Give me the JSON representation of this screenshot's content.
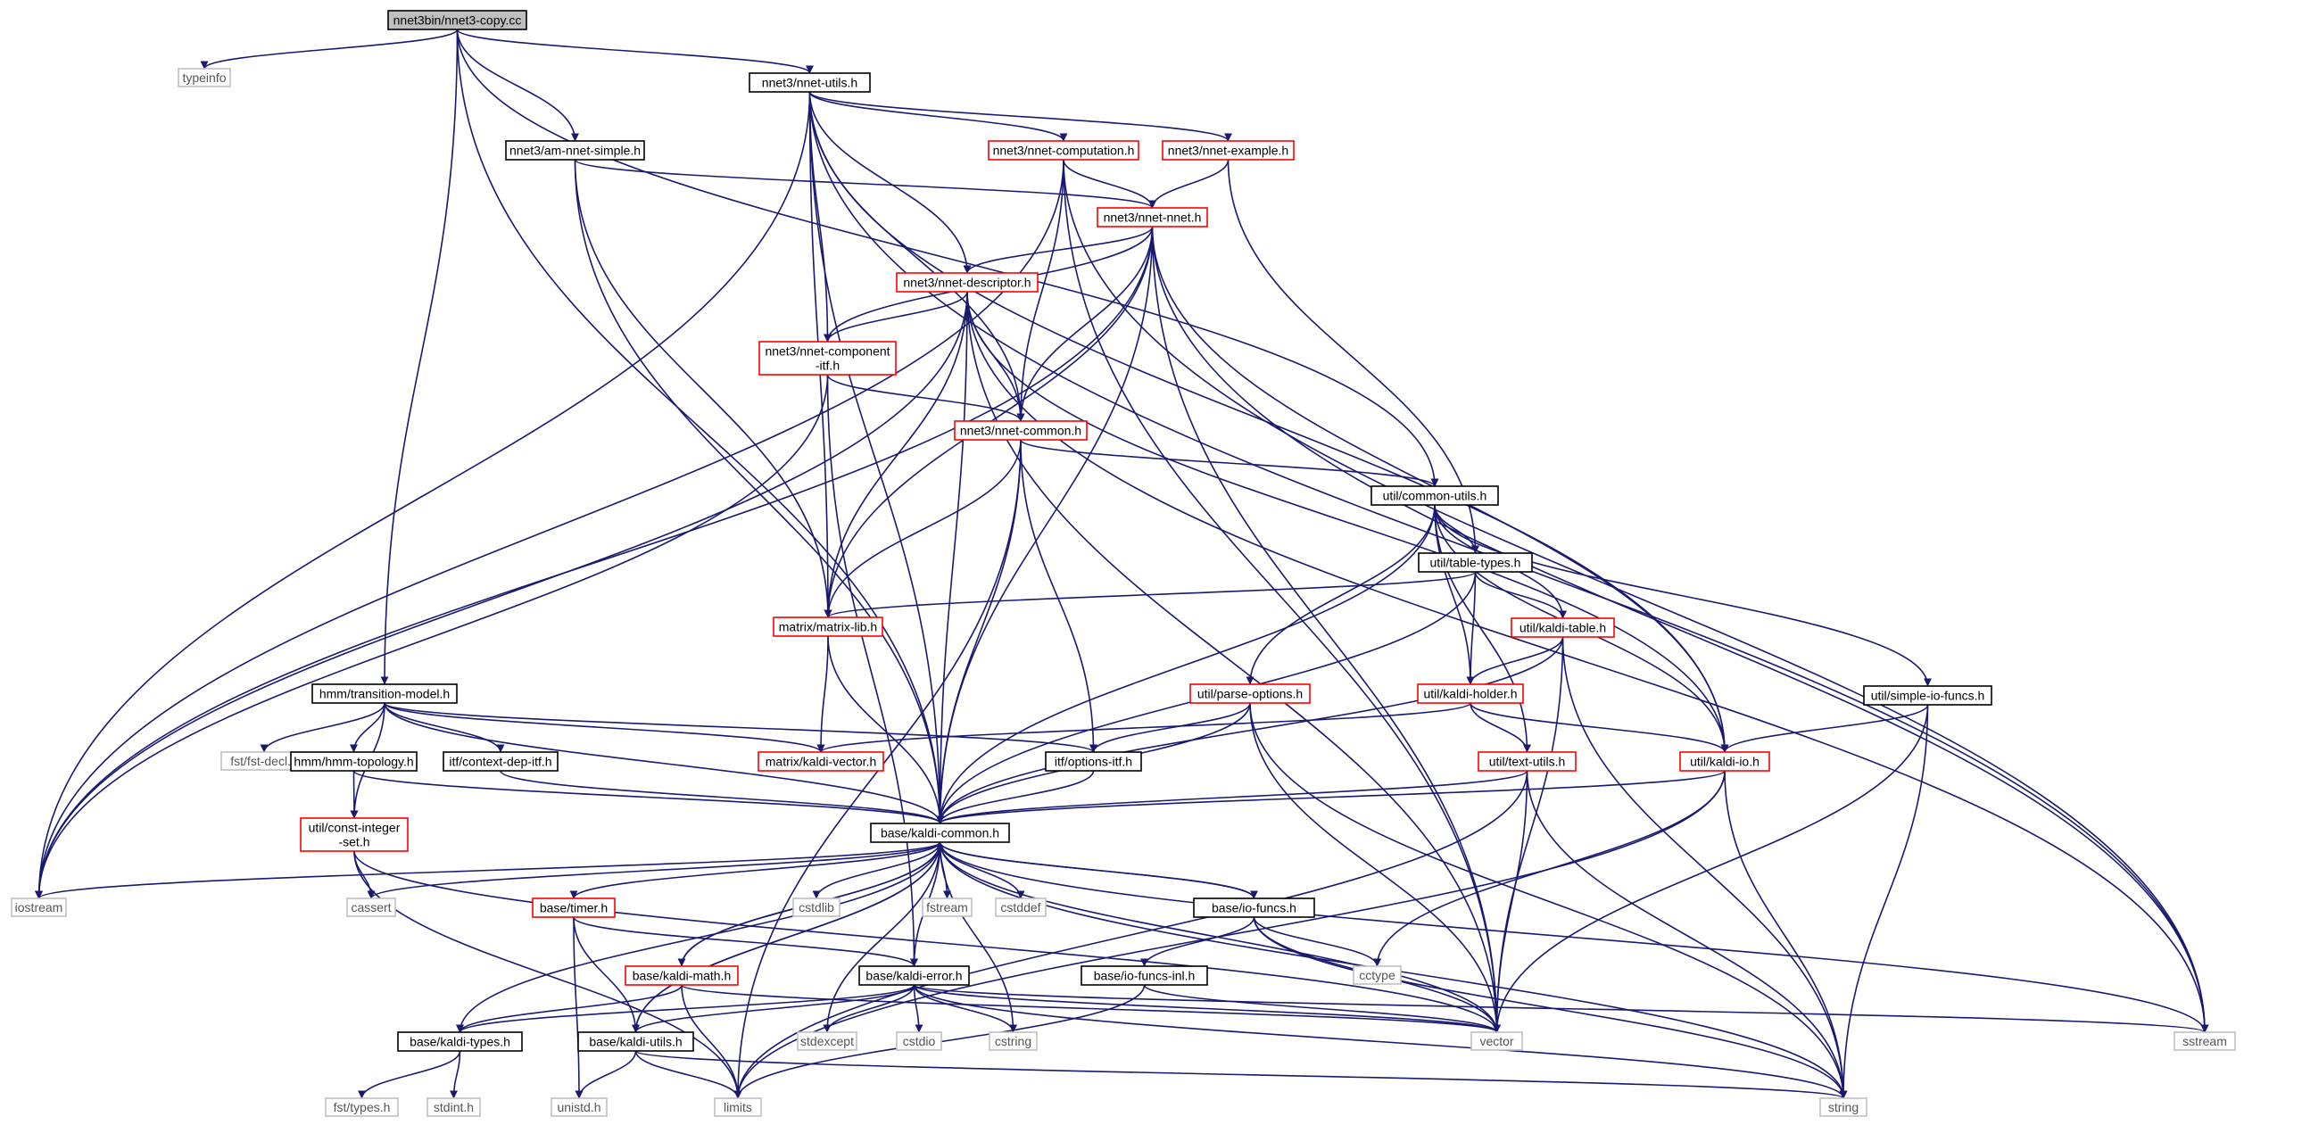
{
  "colors": {
    "edge": "#191970",
    "root_fill": "#bfbfbf",
    "root_border": "#000000",
    "normal_border": "#000000",
    "red_border": "#ff0000",
    "sys_border": "#bfbfbf",
    "sys_text": "#555555"
  },
  "nodes": [
    {
      "id": "root",
      "label": "nnet3bin/nnet3-copy.cc",
      "kind": "root"
    },
    {
      "id": "typeinfo",
      "label": "typeinfo",
      "kind": "sys"
    },
    {
      "id": "nnetutils",
      "label": "nnet3/nnet-utils.h",
      "kind": "normal"
    },
    {
      "id": "amnnet",
      "label": "nnet3/am-nnet-simple.h",
      "kind": "normal"
    },
    {
      "id": "nnetcomputation",
      "label": "nnet3/nnet-computation.h",
      "kind": "red"
    },
    {
      "id": "nnetexample",
      "label": "nnet3/nnet-example.h",
      "kind": "red"
    },
    {
      "id": "nnetnnet",
      "label": "nnet3/nnet-nnet.h",
      "kind": "red"
    },
    {
      "id": "nnetdescriptor",
      "label": "nnet3/nnet-descriptor.h",
      "kind": "red"
    },
    {
      "id": "componentitf",
      "label": [
        "nnet3/nnet-component",
        "-itf.h"
      ],
      "kind": "red"
    },
    {
      "id": "nnetcommon",
      "label": "nnet3/nnet-common.h",
      "kind": "red"
    },
    {
      "id": "commonutils",
      "label": "util/common-utils.h",
      "kind": "normal"
    },
    {
      "id": "tabletypes",
      "label": "util/table-types.h",
      "kind": "normal"
    },
    {
      "id": "matrixlib",
      "label": "matrix/matrix-lib.h",
      "kind": "red"
    },
    {
      "id": "kalditable",
      "label": "util/kaldi-table.h",
      "kind": "red"
    },
    {
      "id": "transition",
      "label": "hmm/transition-model.h",
      "kind": "normal"
    },
    {
      "id": "parseoptions",
      "label": "util/parse-options.h",
      "kind": "red"
    },
    {
      "id": "kaldiholder",
      "label": "util/kaldi-holder.h",
      "kind": "red"
    },
    {
      "id": "simpleio",
      "label": "util/simple-io-funcs.h",
      "kind": "normal"
    },
    {
      "id": "fstdecl",
      "label": "fst/fst-decl.h",
      "kind": "sys"
    },
    {
      "id": "hmmtopology",
      "label": "hmm/hmm-topology.h",
      "kind": "normal"
    },
    {
      "id": "contextdep",
      "label": "itf/context-dep-itf.h",
      "kind": "normal"
    },
    {
      "id": "kaldivector",
      "label": "matrix/kaldi-vector.h",
      "kind": "red"
    },
    {
      "id": "optionsitf",
      "label": "itf/options-itf.h",
      "kind": "normal"
    },
    {
      "id": "textutils",
      "label": "util/text-utils.h",
      "kind": "red"
    },
    {
      "id": "kaldiio",
      "label": "util/kaldi-io.h",
      "kind": "red"
    },
    {
      "id": "constintset",
      "label": [
        "util/const-integer",
        "-set.h"
      ],
      "kind": "red"
    },
    {
      "id": "kaldicommon",
      "label": "base/kaldi-common.h",
      "kind": "normal"
    },
    {
      "id": "iostream",
      "label": "iostream",
      "kind": "sys"
    },
    {
      "id": "cassert",
      "label": "cassert",
      "kind": "sys"
    },
    {
      "id": "timer",
      "label": "base/timer.h",
      "kind": "red"
    },
    {
      "id": "cstdlib",
      "label": "cstdlib",
      "kind": "sys"
    },
    {
      "id": "fstream",
      "label": "fstream",
      "kind": "sys"
    },
    {
      "id": "cstddef",
      "label": "cstddef",
      "kind": "sys"
    },
    {
      "id": "iofuncs",
      "label": "base/io-funcs.h",
      "kind": "normal"
    },
    {
      "id": "cctype",
      "label": "cctype",
      "kind": "sys"
    },
    {
      "id": "kaldimath",
      "label": "base/kaldi-math.h",
      "kind": "red"
    },
    {
      "id": "kaldierror",
      "label": "base/kaldi-error.h",
      "kind": "normal"
    },
    {
      "id": "iofuncsinl",
      "label": "base/io-funcs-inl.h",
      "kind": "normal"
    },
    {
      "id": "kalditypes",
      "label": "base/kaldi-types.h",
      "kind": "normal"
    },
    {
      "id": "kaldiutils",
      "label": "base/kaldi-utils.h",
      "kind": "normal"
    },
    {
      "id": "stdexcept",
      "label": "stdexcept",
      "kind": "sys"
    },
    {
      "id": "cstdio",
      "label": "cstdio",
      "kind": "sys"
    },
    {
      "id": "cstring",
      "label": "cstring",
      "kind": "sys"
    },
    {
      "id": "vector",
      "label": "vector",
      "kind": "sys"
    },
    {
      "id": "sstream",
      "label": "sstream",
      "kind": "sys"
    },
    {
      "id": "fsttypes",
      "label": "fst/types.h",
      "kind": "sys"
    },
    {
      "id": "stdint",
      "label": "stdint.h",
      "kind": "sys"
    },
    {
      "id": "unistd",
      "label": "unistd.h",
      "kind": "sys"
    },
    {
      "id": "limits",
      "label": "limits",
      "kind": "sys"
    },
    {
      "id": "string",
      "label": "string",
      "kind": "sys"
    }
  ],
  "edges": [
    [
      "root",
      "typeinfo"
    ],
    [
      "root",
      "nnetutils"
    ],
    [
      "root",
      "amnnet"
    ],
    [
      "root",
      "commonutils"
    ],
    [
      "root",
      "transition"
    ],
    [
      "root",
      "kaldicommon"
    ],
    [
      "nnetutils",
      "nnetcomputation"
    ],
    [
      "nnetutils",
      "nnetexample"
    ],
    [
      "nnetutils",
      "nnetdescriptor"
    ],
    [
      "nnetutils",
      "componentitf"
    ],
    [
      "nnetutils",
      "nnetcommon"
    ],
    [
      "nnetutils",
      "matrixlib"
    ],
    [
      "nnetutils",
      "kaldicommon"
    ],
    [
      "nnetutils",
      "kaldiio"
    ],
    [
      "nnetutils",
      "sstream"
    ],
    [
      "nnetutils",
      "iostream"
    ],
    [
      "amnnet",
      "nnetnnet"
    ],
    [
      "amnnet",
      "matrixlib"
    ],
    [
      "amnnet",
      "kaldicommon"
    ],
    [
      "nnetcomputation",
      "nnetnnet"
    ],
    [
      "nnetcomputation",
      "nnetcommon"
    ],
    [
      "nnetcomputation",
      "iostream"
    ],
    [
      "nnetcomputation",
      "sstream"
    ],
    [
      "nnetcomputation",
      "vector"
    ],
    [
      "nnetexample",
      "nnetnnet"
    ],
    [
      "nnetexample",
      "tabletypes"
    ],
    [
      "nnetnnet",
      "nnetdescriptor"
    ],
    [
      "nnetnnet",
      "componentitf"
    ],
    [
      "nnetnnet",
      "nnetcommon"
    ],
    [
      "nnetnnet",
      "matrixlib"
    ],
    [
      "nnetnnet",
      "kaldicommon"
    ],
    [
      "nnetnnet",
      "kaldiio"
    ],
    [
      "nnetnnet",
      "iostream"
    ],
    [
      "nnetnnet",
      "sstream"
    ],
    [
      "nnetnnet",
      "vector"
    ],
    [
      "nnetdescriptor",
      "componentitf"
    ],
    [
      "nnetdescriptor",
      "nnetcommon"
    ],
    [
      "nnetdescriptor",
      "matrixlib"
    ],
    [
      "nnetdescriptor",
      "kaldicommon"
    ],
    [
      "nnetdescriptor",
      "kaldiio"
    ],
    [
      "nnetdescriptor",
      "iostream"
    ],
    [
      "nnetdescriptor",
      "sstream"
    ],
    [
      "nnetdescriptor",
      "vector"
    ],
    [
      "componentitf",
      "nnetcommon"
    ],
    [
      "componentitf",
      "kaldierror"
    ],
    [
      "componentitf",
      "iostream"
    ],
    [
      "nnetcommon",
      "commonutils"
    ],
    [
      "nnetcommon",
      "matrixlib"
    ],
    [
      "nnetcommon",
      "optionsitf"
    ],
    [
      "nnetcommon",
      "kaldicommon"
    ],
    [
      "nnetcommon",
      "limits"
    ],
    [
      "commonutils",
      "tabletypes"
    ],
    [
      "commonutils",
      "kalditable"
    ],
    [
      "commonutils",
      "kaldiholder"
    ],
    [
      "commonutils",
      "parseoptions"
    ],
    [
      "commonutils",
      "simpleio"
    ],
    [
      "commonutils",
      "textutils"
    ],
    [
      "commonutils",
      "kaldiio"
    ],
    [
      "commonutils",
      "kaldicommon"
    ],
    [
      "tabletypes",
      "matrixlib"
    ],
    [
      "tabletypes",
      "kalditable"
    ],
    [
      "tabletypes",
      "kaldiholder"
    ],
    [
      "tabletypes",
      "kaldicommon"
    ],
    [
      "matrixlib",
      "kaldivector"
    ],
    [
      "matrixlib",
      "kaldicommon"
    ],
    [
      "kalditable",
      "kaldiholder"
    ],
    [
      "kalditable",
      "kaldicommon"
    ],
    [
      "kalditable",
      "vector"
    ],
    [
      "kalditable",
      "string"
    ],
    [
      "transition",
      "fstdecl"
    ],
    [
      "transition",
      "hmmtopology"
    ],
    [
      "transition",
      "contextdep"
    ],
    [
      "transition",
      "optionsitf"
    ],
    [
      "transition",
      "kaldivector"
    ],
    [
      "transition",
      "kaldicommon"
    ],
    [
      "transition",
      "constintset"
    ],
    [
      "parseoptions",
      "optionsitf"
    ],
    [
      "parseoptions",
      "kaldicommon"
    ],
    [
      "parseoptions",
      "vector"
    ],
    [
      "parseoptions",
      "string"
    ],
    [
      "kaldiholder",
      "kaldivector"
    ],
    [
      "kaldiholder",
      "textutils"
    ],
    [
      "kaldiholder",
      "kaldiio"
    ],
    [
      "simpleio",
      "kaldiio"
    ],
    [
      "simpleio",
      "vector"
    ],
    [
      "simpleio",
      "string"
    ],
    [
      "hmmtopology",
      "kaldicommon"
    ],
    [
      "hmmtopology",
      "constintset"
    ],
    [
      "contextdep",
      "kaldicommon"
    ],
    [
      "optionsitf",
      "kaldicommon"
    ],
    [
      "textutils",
      "kaldicommon"
    ],
    [
      "textutils",
      "vector"
    ],
    [
      "textutils",
      "string"
    ],
    [
      "textutils",
      "limits"
    ],
    [
      "kaldiio",
      "kaldicommon"
    ],
    [
      "kaldiio",
      "cctype"
    ],
    [
      "kaldiio",
      "string"
    ],
    [
      "kaldiio",
      "limits"
    ],
    [
      "constintset",
      "cassert"
    ],
    [
      "constintset",
      "vector"
    ],
    [
      "constintset",
      "limits"
    ],
    [
      "kaldicommon",
      "iostream"
    ],
    [
      "kaldicommon",
      "cassert"
    ],
    [
      "kaldicommon",
      "timer"
    ],
    [
      "kaldicommon",
      "cstdlib"
    ],
    [
      "kaldicommon",
      "fstream"
    ],
    [
      "kaldicommon",
      "cstddef"
    ],
    [
      "kaldicommon",
      "iofuncs"
    ],
    [
      "kaldicommon",
      "kaldimath"
    ],
    [
      "kaldicommon",
      "kaldierror"
    ],
    [
      "kaldicommon",
      "kalditypes"
    ],
    [
      "kaldicommon",
      "kaldiutils"
    ],
    [
      "kaldicommon",
      "stdexcept"
    ],
    [
      "kaldicommon",
      "cstring"
    ],
    [
      "kaldicommon",
      "vector"
    ],
    [
      "kaldicommon",
      "string"
    ],
    [
      "kaldicommon",
      "sstream"
    ],
    [
      "timer",
      "kaldierror"
    ],
    [
      "timer",
      "kaldiutils"
    ],
    [
      "timer",
      "unistd"
    ],
    [
      "iofuncs",
      "kaldicommon"
    ],
    [
      "iofuncs",
      "iofuncsinl"
    ],
    [
      "iofuncs",
      "cctype"
    ],
    [
      "iofuncs",
      "vector"
    ],
    [
      "iofuncs",
      "string"
    ],
    [
      "kaldimath",
      "kaldicommon"
    ],
    [
      "kaldimath",
      "kalditypes"
    ],
    [
      "kaldimath",
      "limits"
    ],
    [
      "kaldimath",
      "vector"
    ],
    [
      "kaldierror",
      "kalditypes"
    ],
    [
      "kaldierror",
      "kaldiutils"
    ],
    [
      "kaldierror",
      "stdexcept"
    ],
    [
      "kaldierror",
      "cstdio"
    ],
    [
      "kaldierror",
      "cstring"
    ],
    [
      "kaldierror",
      "sstream"
    ],
    [
      "kaldierror",
      "string"
    ],
    [
      "kaldierror",
      "vector"
    ],
    [
      "iofuncsinl",
      "vector"
    ],
    [
      "iofuncsinl",
      "limits"
    ],
    [
      "kalditypes",
      "fsttypes"
    ],
    [
      "kalditypes",
      "stdint"
    ],
    [
      "kaldiutils",
      "kaldicommon"
    ],
    [
      "kaldiutils",
      "unistd"
    ],
    [
      "kaldiutils",
      "limits"
    ],
    [
      "kaldiutils",
      "string"
    ]
  ]
}
